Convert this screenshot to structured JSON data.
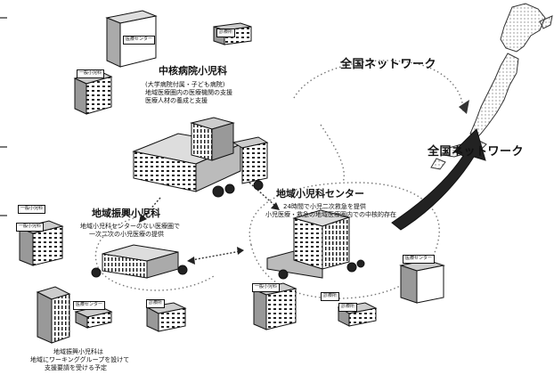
{
  "labels": {
    "chuukaku_title": "中核病院小児科",
    "chuukaku_sub1": "(大学病院付属・子ども病院)",
    "chuukaku_sub2": "地域医療圏内の医療機関の支援",
    "chuukaku_sub3": "医療人材の養成と支援",
    "center_title": "地域小児科センター",
    "center_sub1": "24時間で小児二次救急を提供",
    "center_sub2": "小児医療・救急の地域医療圏内での中核的存在",
    "kyoten_title": "地域振興小児科",
    "kyoten_sub1": "地域小児科センターのない医療圏で",
    "kyoten_sub2": "一次二次の小児医療の提供",
    "network_upper": "全国ネットワーク",
    "network_lower": "全国ネットワーク",
    "note_line1": "地域振興小児科は",
    "note_line2": "地域にワーキンググループを設けて",
    "note_line3": "支援要請を受ける予定"
  },
  "signs": {
    "general_a": "一般小児科",
    "general_b": "一般小児科",
    "general_c": "一般小児科",
    "general_d": "一般小児科",
    "clinic_a": "診療所",
    "clinic_b": "診療所",
    "clinic_c": "診療所",
    "clinic_d": "診療所",
    "medical_a": "医療センター",
    "medical_b": "医療センター",
    "medical_c": "医療センター"
  },
  "colors": {
    "ink": "#111111",
    "arrow_fill": "#222222",
    "dot": "#9a9a9a"
  }
}
